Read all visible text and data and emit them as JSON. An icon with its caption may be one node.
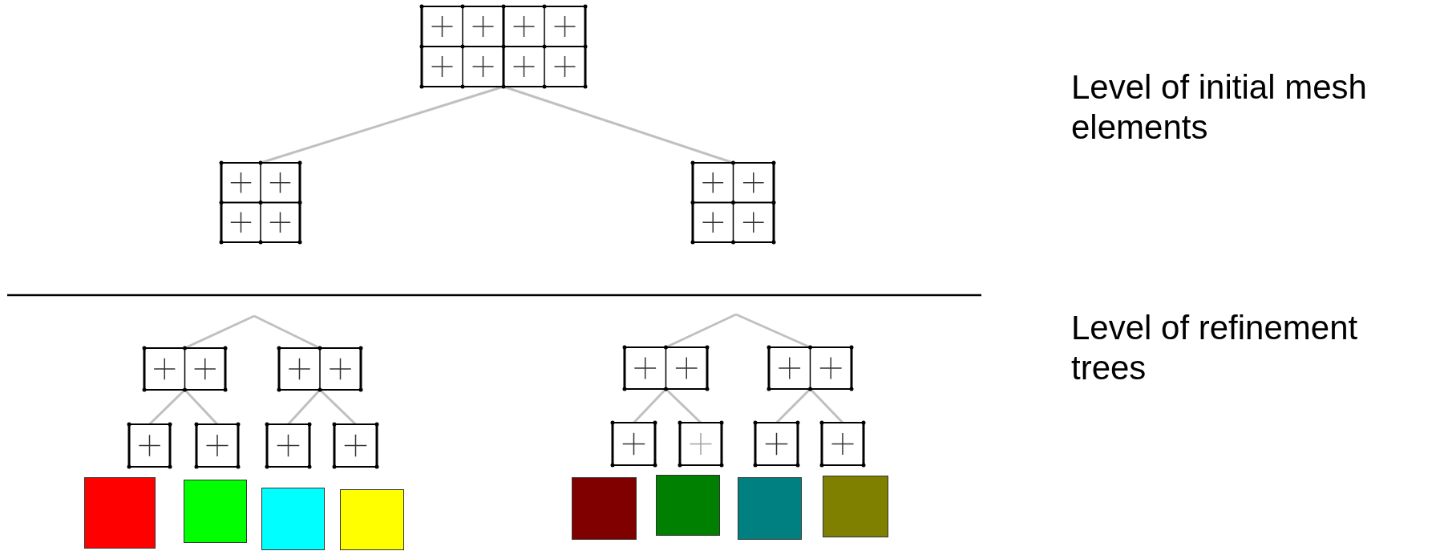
{
  "diagram": {
    "nodes": [
      {
        "text": [],
        "shape": "grid"
      },
      {
        "text": [],
        "shape": "grid"
      },
      {
        "text": [],
        "shape": "grid"
      },
      {
        "text": [],
        "shape": "grid"
      },
      {
        "text": [],
        "shape": "grid"
      },
      {
        "text": [],
        "shape": "grid"
      },
      {
        "text": [],
        "shape": "grid"
      },
      {
        "text": [],
        "shape": "grid"
      },
      {
        "text": [],
        "shape": "grid"
      },
      {
        "text": [],
        "shape": "grid"
      },
      {
        "text": [],
        "shape": "grid"
      },
      {
        "text": [],
        "shape": "grid"
      },
      {
        "text": [],
        "shape": "grid"
      },
      {
        "text": [],
        "shape": "grid"
      },
      {
        "text": [],
        "shape": "grid"
      },
      {
        "text": [],
        "shape": "box"
      },
      {
        "text": [],
        "shape": "box"
      },
      {
        "text": [],
        "shape": "box"
      },
      {
        "text": [],
        "shape": "box"
      },
      {
        "text": [],
        "shape": "box"
      },
      {
        "text": [],
        "shape": "box"
      },
      {
        "text": [],
        "shape": "box"
      },
      {
        "text": [],
        "shape": "box"
      }
    ],
    "edges": [
      {
        "from": 0,
        "to": 1,
        "arrow": "none"
      },
      {
        "from": 0,
        "to": 2,
        "arrow": "none"
      },
      {
        "from": null,
        "to": 3,
        "arrow": "none"
      },
      {
        "from": null,
        "to": 4,
        "arrow": "none"
      },
      {
        "from": 3,
        "to": 5,
        "arrow": "none"
      },
      {
        "from": 3,
        "to": 6,
        "arrow": "none"
      },
      {
        "from": 4,
        "to": 7,
        "arrow": "none"
      },
      {
        "from": 4,
        "to": 8,
        "arrow": "none"
      },
      {
        "from": null,
        "to": 9,
        "arrow": "none"
      },
      {
        "from": null,
        "to": 10,
        "arrow": "none"
      },
      {
        "from": 9,
        "to": 11,
        "arrow": "none"
      },
      {
        "from": 9,
        "to": 12,
        "arrow": "none"
      },
      {
        "from": 10,
        "to": 13,
        "arrow": "none"
      },
      {
        "from": 10,
        "to": 14,
        "arrow": "none"
      }
    ],
    "labels": [
      "Level of initial mesh elements",
      "Level of refinement trees"
    ]
  }
}
